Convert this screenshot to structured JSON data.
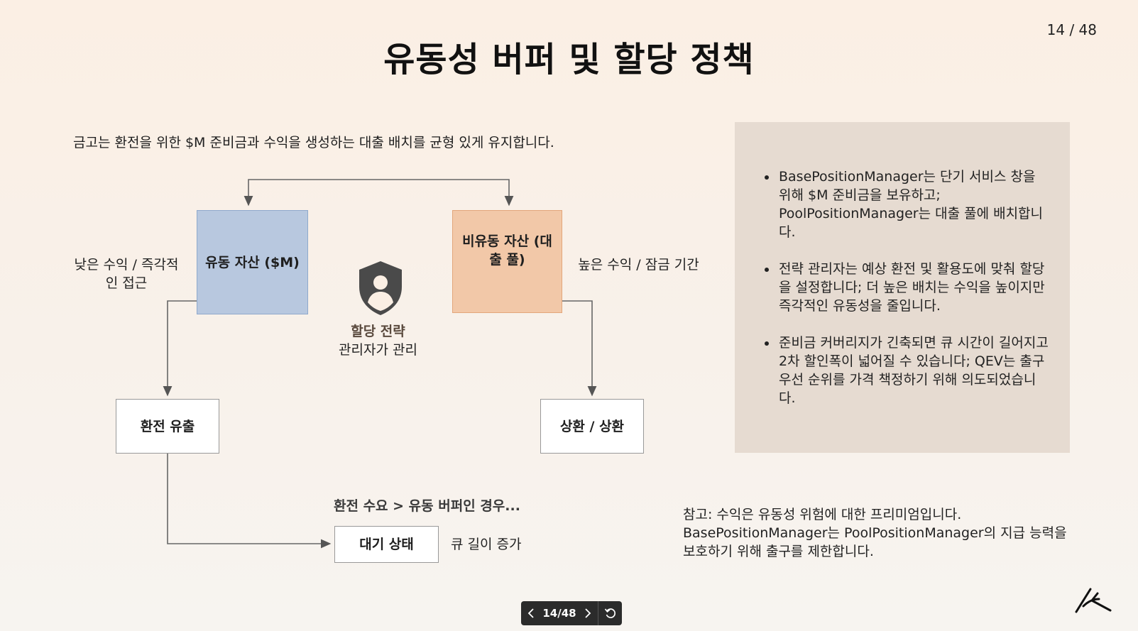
{
  "page_counter": "14 / 48",
  "title": "유동성 버퍼 및 할당 정책",
  "intro": "금고는 환전을 위한 $M 준비금과 수익을 생성하는 대출 배치를 균형 있게 유지합니다.",
  "diagram": {
    "liquid_box": "유동 자산 ($M)",
    "illiquid_box": "비유동 자산 (대출 풀)",
    "left_label": "낮은 수익 / 즉각적인 접근",
    "right_label": "높은 수익 / 잠금 기간",
    "strategy_title": "할당 전략",
    "strategy_sub": "관리자가 관리",
    "outflow_box": "환전 유출",
    "repay_box": "상환 / 상환",
    "condition": "환전 수요 > 유동 버퍼인 경우...",
    "wait_box": "대기 상태",
    "queue_label": "큐 길이 증가"
  },
  "panel": {
    "bullets": [
      "BasePositionManager는 단기 서비스 창을 위해 $M 준비금을 보유하고; PoolPositionManager는 대출 풀에 배치합니다.",
      "전략 관리자는 예상 환전 및 활용도에 맞춰 할당을 설정합니다; 더 높은 배치는 수익을 높이지만 즉각적인 유동성을 줄입니다.",
      "준비금 커버리지가 긴축되면 큐 시간이 길어지고 2차 할인폭이 넓어질 수 있습니다; QEV는 출구 우선 순위를 가격 책정하기 위해 의도되었습니다."
    ]
  },
  "note": "참고: 수익은 유동성 위험에 대한 프리미엄입니다. BasePositionManager는 PoolPositionManager의 지급 능력을 보호하기 위해 출구를 제한합니다.",
  "pager": {
    "label": "14/48"
  },
  "icons": {
    "strategy": "user-shield-icon",
    "logo": "brand-logo-icon"
  },
  "colors": {
    "liquid": "#b8c8df",
    "illiquid": "#f2c8a8",
    "panel": "#e6dbd1"
  }
}
